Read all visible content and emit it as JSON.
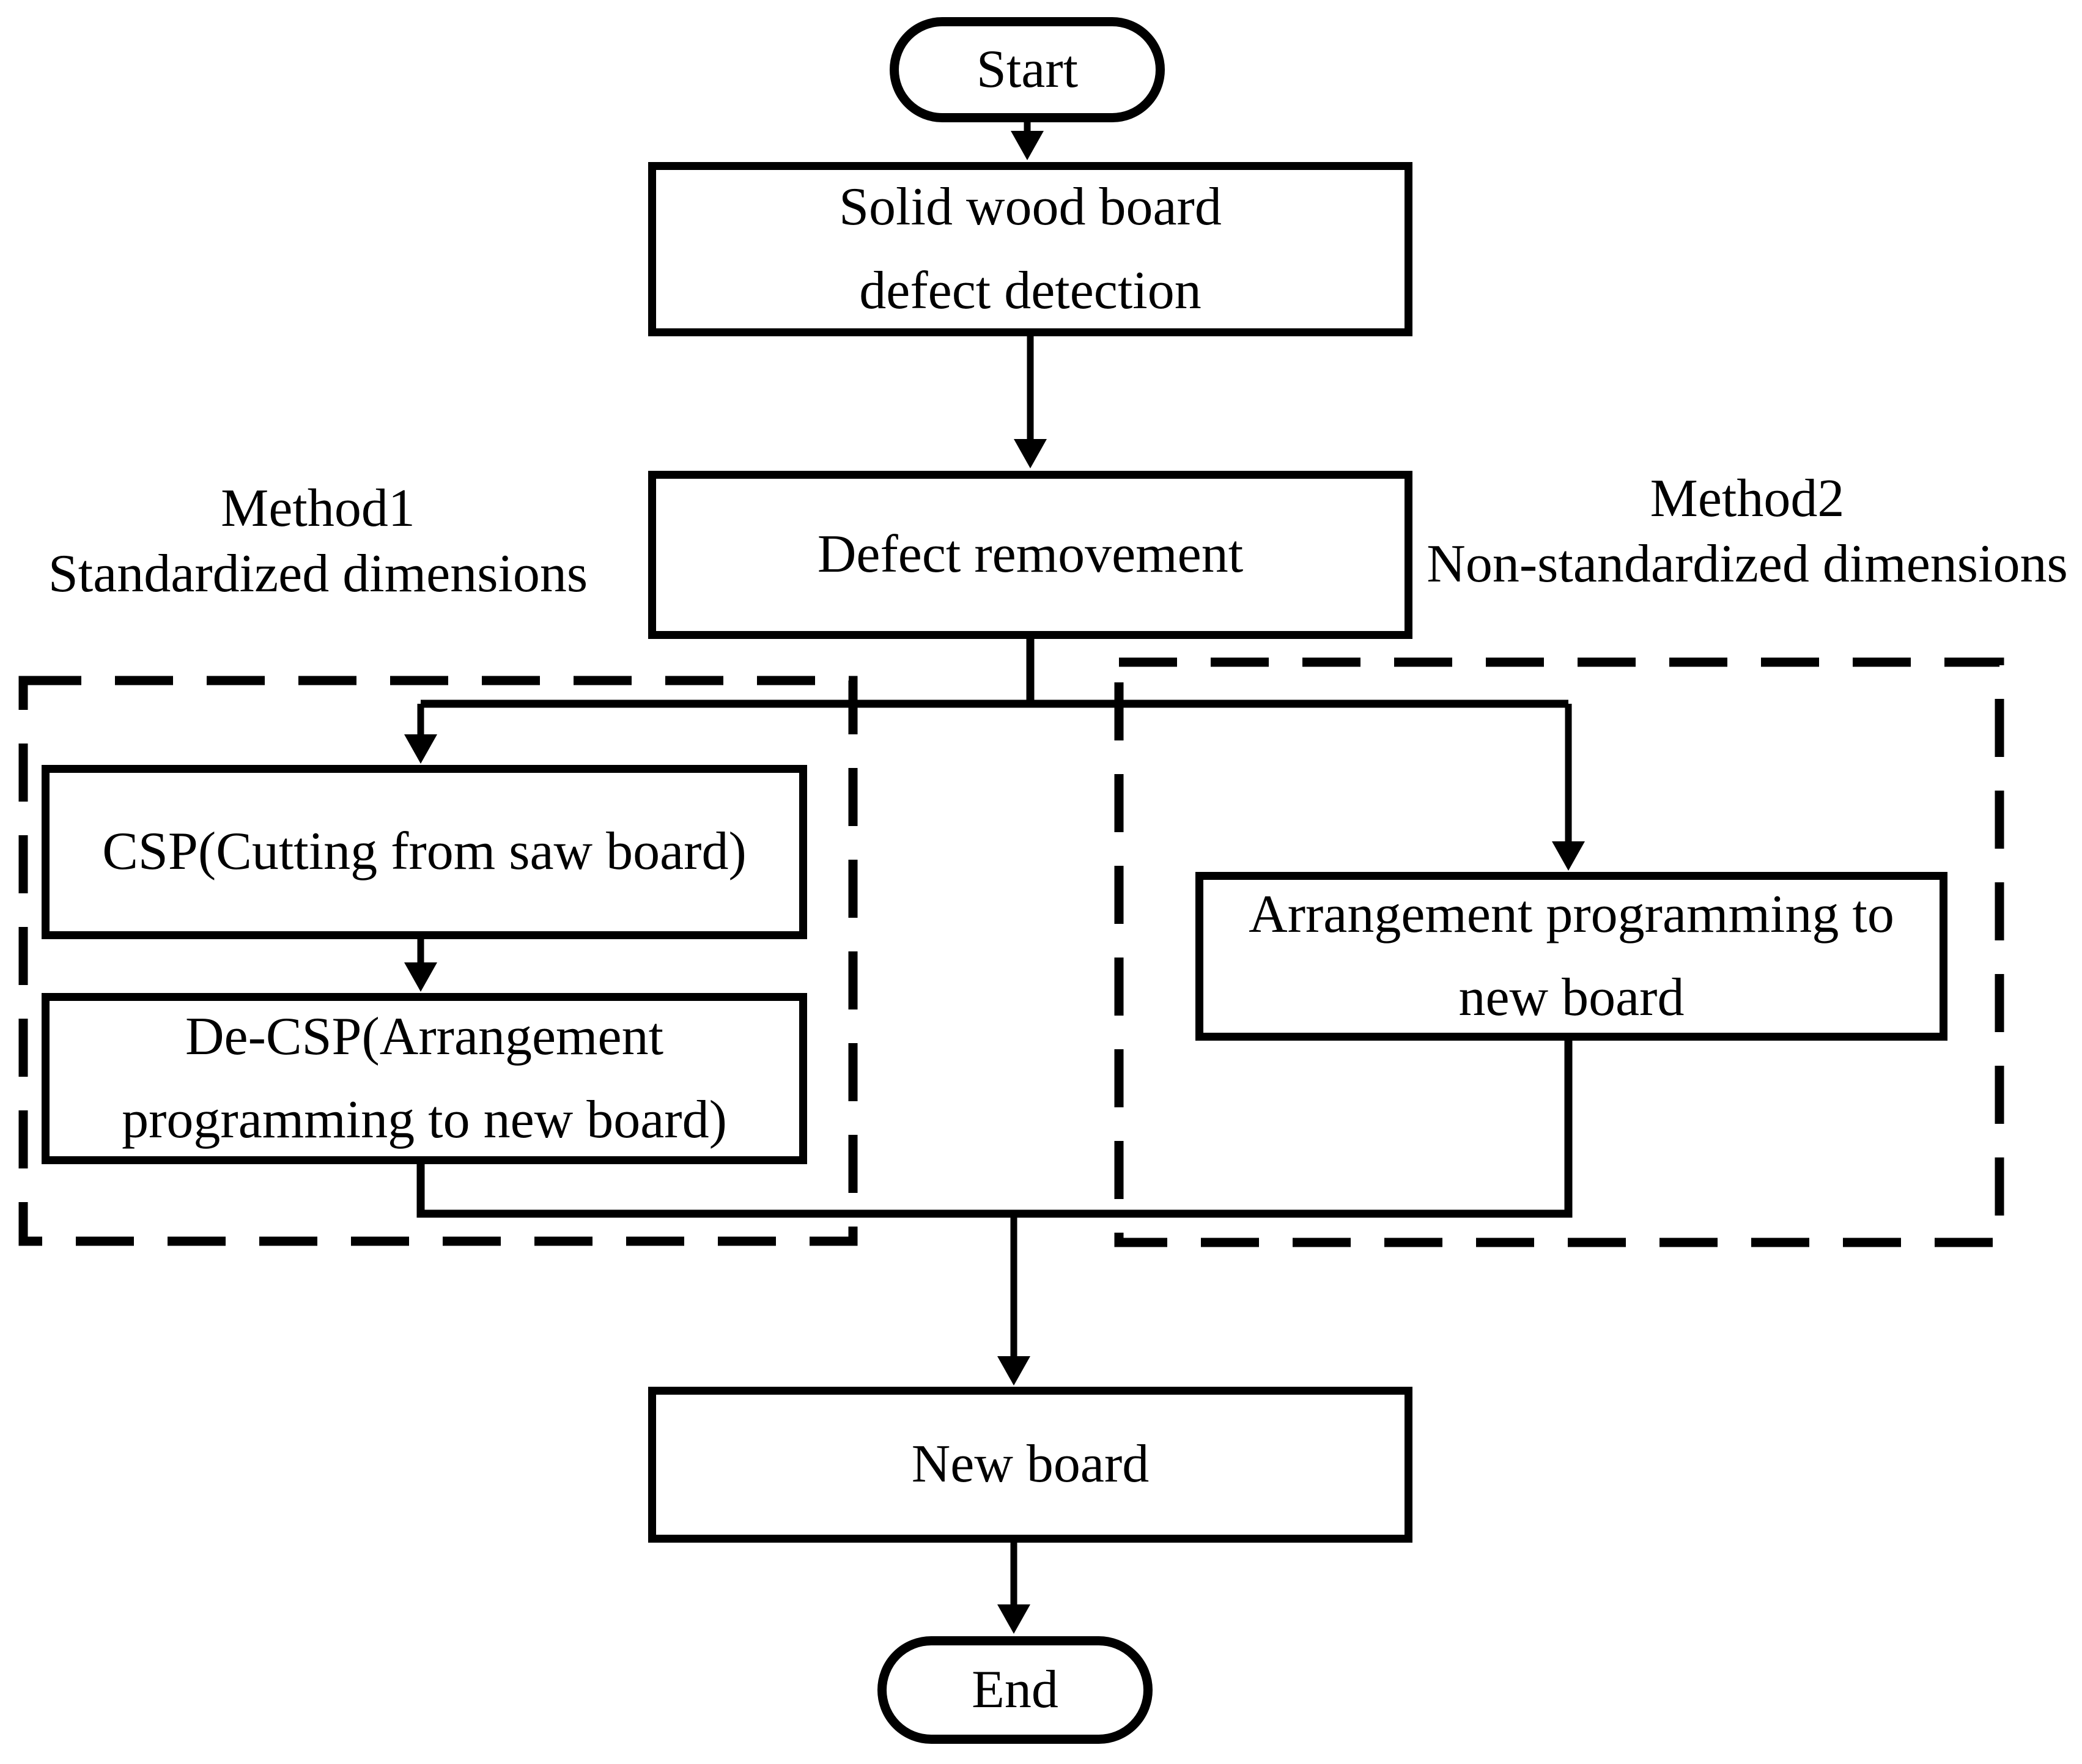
{
  "flowchart": {
    "nodes": {
      "start": {
        "label": "Start"
      },
      "defect_detection": {
        "line1": "Solid wood board",
        "line2": "defect detection"
      },
      "defect_removement": {
        "label": "Defect removement"
      },
      "csp": {
        "label": "CSP(Cutting from saw board)"
      },
      "de_csp": {
        "line1": "De-CSP(Arrangement",
        "line2": "programming to new board)"
      },
      "arrangement": {
        "line1": "Arrangement programming to",
        "line2": "new board"
      },
      "new_board": {
        "label": "New board"
      },
      "end": {
        "label": "End"
      }
    },
    "annotations": {
      "method1": {
        "line1": "Method1",
        "line2": "Standardized dimensions"
      },
      "method2": {
        "line1": "Method2",
        "line2": "Non-standardized dimensions"
      }
    },
    "colors": {
      "line": "#000000",
      "text": "#000000",
      "background": "#ffffff"
    }
  }
}
